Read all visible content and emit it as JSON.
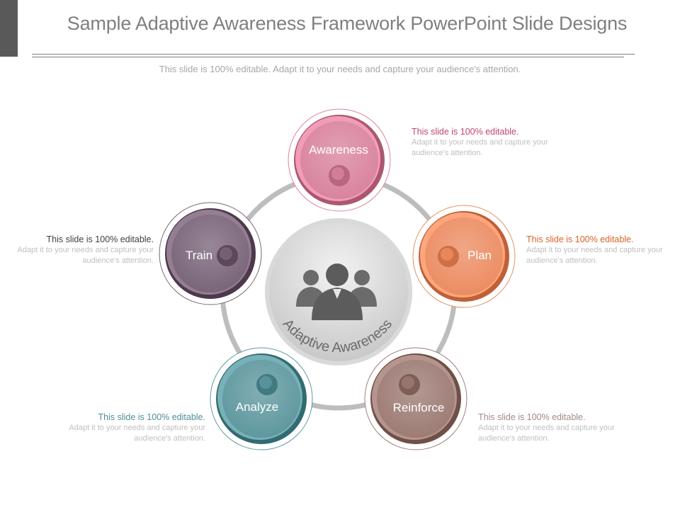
{
  "header": {
    "title": "Sample Adaptive Awareness Framework PowerPoint Slide Designs",
    "subtitle": "This slide is 100% editable. Adapt it to your needs and capture your audience's attention."
  },
  "center": {
    "label": "Adaptive Awareness",
    "icon": "people-group-icon"
  },
  "stages": [
    {
      "key": "awareness",
      "label": "Awareness",
      "color": "#d9849e"
    },
    {
      "key": "plan",
      "label": "Plan",
      "color": "#ec8d63"
    },
    {
      "key": "reinforce",
      "label": "Reinforce",
      "color": "#9d7c75"
    },
    {
      "key": "analyze",
      "label": "Analyze",
      "color": "#5f989f"
    },
    {
      "key": "train",
      "label": "Train",
      "color": "#7a6579"
    }
  ],
  "notes": {
    "awareness": {
      "head": "This slide is 100% editable.",
      "body": "Adapt it to your needs and capture your audience's attention.",
      "color": "#c0466e"
    },
    "plan": {
      "head": "This slide is 100% editable.",
      "body": "Adapt it to your needs and capture your audience's attention.",
      "color": "#d8632c"
    },
    "reinforce": {
      "head": "This slide is 100% editable.",
      "body": "Adapt it to your needs and capture your audience's attention.",
      "color": "#a08a86"
    },
    "analyze": {
      "head": "This slide is 100% editable.",
      "body": "Adapt it to your needs and capture your audience's attention.",
      "color": "#4f8e96"
    },
    "train": {
      "head": "This slide is 100% editable.",
      "body": "Adapt it to your needs and capture your audience's attention.",
      "color": "#404040"
    }
  }
}
